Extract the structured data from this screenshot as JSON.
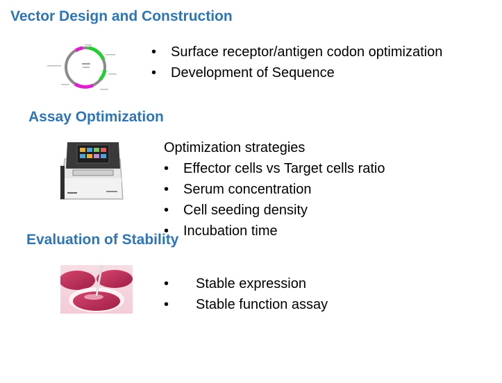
{
  "sections": [
    {
      "heading": "Vector Design and Construction",
      "bullets": [
        "Surface receptor/antigen codon optimization",
        "Development of Sequence"
      ]
    },
    {
      "heading": "Assay Optimization",
      "intro": "Optimization strategies",
      "bullets": [
        "Effector cells vs Target cells ratio",
        "Serum concentration",
        "Cell seeding density",
        "Incubation time"
      ]
    },
    {
      "heading": "Evaluation of Stability",
      "bullets": [
        "Stable expression",
        "Stable function assay"
      ]
    }
  ],
  "bullet_char": "•",
  "colors": {
    "heading": "#2E75B6",
    "text": "#000000",
    "plasmid_green": "#22cc33",
    "plasmid_magenta": "#dd22cc",
    "plasmid_gray": "#8a8a8a"
  }
}
